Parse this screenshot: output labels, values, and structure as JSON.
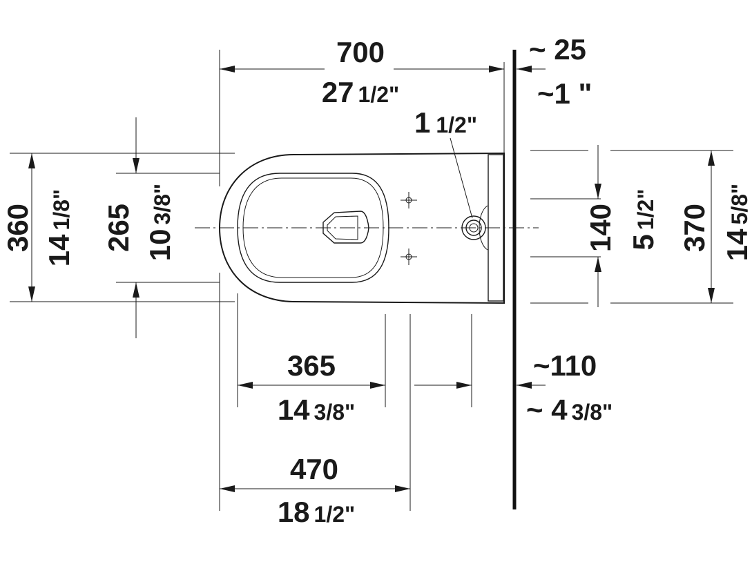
{
  "dimensions": {
    "total_length_mm": "700",
    "total_length_in": "27",
    "total_length_in_frac": "1/2\"",
    "wall_gap_top_mm": "~ 25",
    "wall_gap_top_in": "~1 \"",
    "pipe_diameter_in": "1",
    "pipe_diameter_frac": "1/2\"",
    "overall_width_mm": "360",
    "overall_width_in": "14",
    "overall_width_frac": "1/8\"",
    "seat_width_mm": "265",
    "seat_width_in": "10",
    "seat_width_frac": "3/8\"",
    "fixing_spacing_mm": "140",
    "fixing_spacing_in": "5",
    "fixing_spacing_frac": "1/2\"",
    "rear_width_mm": "370",
    "rear_width_in": "14",
    "rear_width_frac": "5/8\"",
    "seat_to_fixing_mm": "365",
    "seat_to_fixing_in": "14",
    "seat_to_fixing_frac": "3/8\"",
    "wall_gap_bottom_mm": "~110",
    "wall_gap_bottom_in": "~ 4",
    "wall_gap_bottom_frac": "3/8\"",
    "front_to_fixing_mm": "470",
    "front_to_fixing_in": "18",
    "front_to_fixing_frac": "1/2\""
  }
}
